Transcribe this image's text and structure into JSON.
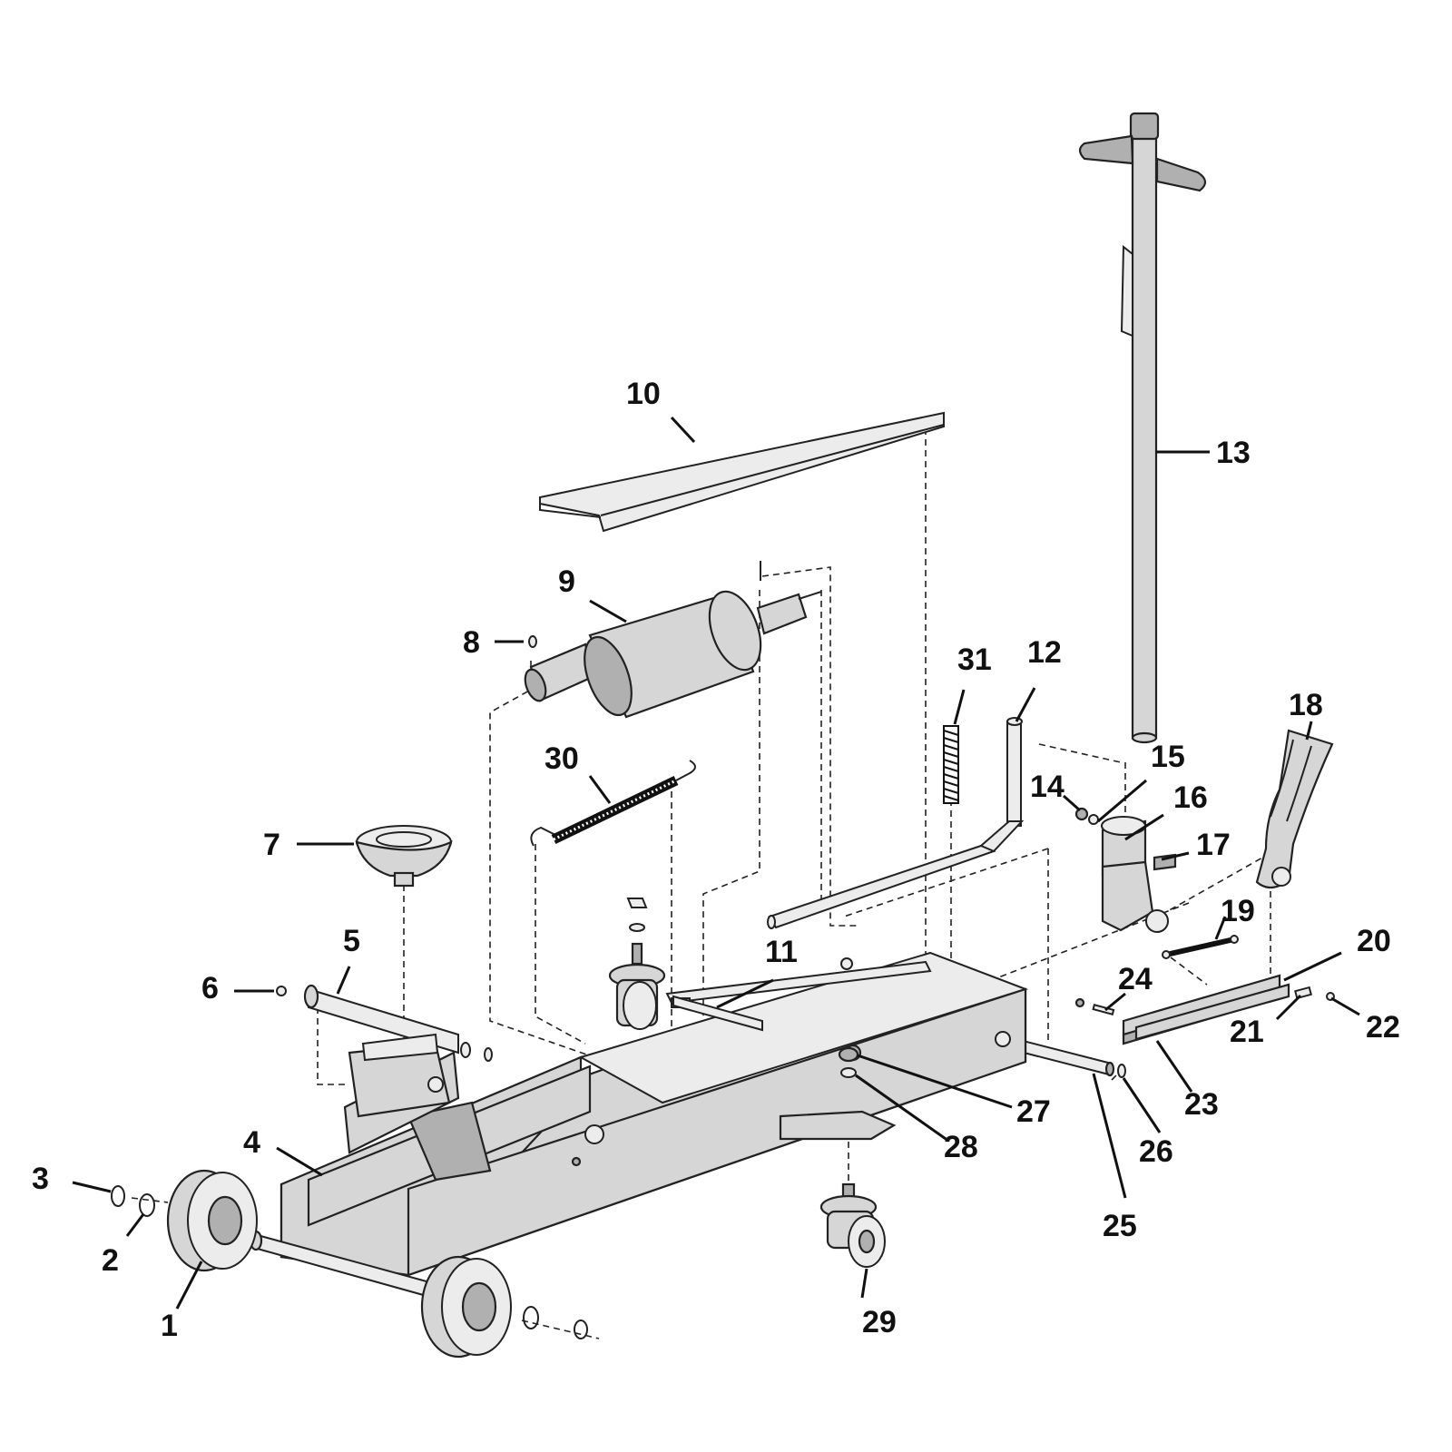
{
  "figure": {
    "background": "#ffffff",
    "line_color": "#111111",
    "part_fill": "#d6d6d6"
  },
  "callouts": [
    {
      "id": "1",
      "label": "1",
      "part": "rear-wheel"
    },
    {
      "id": "2",
      "label": "2",
      "part": "washer"
    },
    {
      "id": "3",
      "label": "3",
      "part": "retaining-ring"
    },
    {
      "id": "4",
      "label": "4",
      "part": "lift-arm"
    },
    {
      "id": "5",
      "label": "5",
      "part": "saddle-link"
    },
    {
      "id": "6",
      "label": "6",
      "part": "clip"
    },
    {
      "id": "7",
      "label": "7",
      "part": "saddle"
    },
    {
      "id": "8",
      "label": "8",
      "part": "pin"
    },
    {
      "id": "9",
      "label": "9",
      "part": "hydraulic-cylinder"
    },
    {
      "id": "10",
      "label": "10",
      "part": "top-cover-plate"
    },
    {
      "id": "11",
      "label": "11",
      "part": "axle-rod"
    },
    {
      "id": "12",
      "label": "12",
      "part": "release-rod"
    },
    {
      "id": "13",
      "label": "13",
      "part": "handle"
    },
    {
      "id": "14",
      "label": "14",
      "part": "nut"
    },
    {
      "id": "15",
      "label": "15",
      "part": "washer"
    },
    {
      "id": "16",
      "label": "16",
      "part": "handle-socket"
    },
    {
      "id": "17",
      "label": "17",
      "part": "bolt"
    },
    {
      "id": "18",
      "label": "18",
      "part": "handle-yoke"
    },
    {
      "id": "19",
      "label": "19",
      "part": "spring"
    },
    {
      "id": "20",
      "label": "20",
      "part": "link-bar"
    },
    {
      "id": "21",
      "label": "21",
      "part": "pin"
    },
    {
      "id": "22",
      "label": "22",
      "part": "clip"
    },
    {
      "id": "23",
      "label": "23",
      "part": "link-bar"
    },
    {
      "id": "24",
      "label": "24",
      "part": "bolt"
    },
    {
      "id": "25",
      "label": "25",
      "part": "pivot-shaft"
    },
    {
      "id": "26",
      "label": "26",
      "part": "clip"
    },
    {
      "id": "27",
      "label": "27",
      "part": "washer"
    },
    {
      "id": "28",
      "label": "28",
      "part": "lock-washer"
    },
    {
      "id": "29",
      "label": "29",
      "part": "caster-wheel"
    },
    {
      "id": "30",
      "label": "30",
      "part": "return-spring"
    },
    {
      "id": "31",
      "label": "31",
      "part": "compression-spring"
    }
  ]
}
